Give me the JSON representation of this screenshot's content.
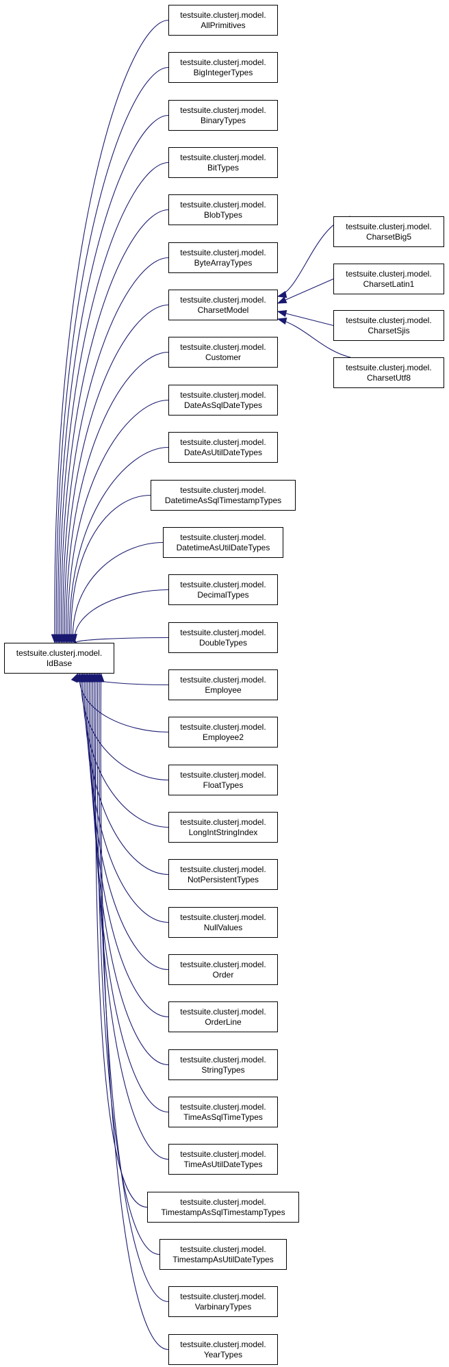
{
  "diagram": {
    "edge_color": "#191970",
    "base": {
      "line1": "testsuite.clusterj.model.",
      "line2": "IdBase"
    },
    "subclasses": [
      {
        "line1": "testsuite.clusterj.model.",
        "line2": "AllPrimitives"
      },
      {
        "line1": "testsuite.clusterj.model.",
        "line2": "BigIntegerTypes"
      },
      {
        "line1": "testsuite.clusterj.model.",
        "line2": "BinaryTypes"
      },
      {
        "line1": "testsuite.clusterj.model.",
        "line2": "BitTypes"
      },
      {
        "line1": "testsuite.clusterj.model.",
        "line2": "BlobTypes"
      },
      {
        "line1": "testsuite.clusterj.model.",
        "line2": "ByteArrayTypes"
      },
      {
        "line1": "testsuite.clusterj.model.",
        "line2": "CharsetModel"
      },
      {
        "line1": "testsuite.clusterj.model.",
        "line2": "Customer"
      },
      {
        "line1": "testsuite.clusterj.model.",
        "line2": "DateAsSqlDateTypes"
      },
      {
        "line1": "testsuite.clusterj.model.",
        "line2": "DateAsUtilDateTypes"
      },
      {
        "line1": "testsuite.clusterj.model.",
        "line2": "DatetimeAsSqlTimestampTypes"
      },
      {
        "line1": "testsuite.clusterj.model.",
        "line2": "DatetimeAsUtilDateTypes"
      },
      {
        "line1": "testsuite.clusterj.model.",
        "line2": "DecimalTypes"
      },
      {
        "line1": "testsuite.clusterj.model.",
        "line2": "DoubleTypes"
      },
      {
        "line1": "testsuite.clusterj.model.",
        "line2": "Employee"
      },
      {
        "line1": "testsuite.clusterj.model.",
        "line2": "Employee2"
      },
      {
        "line1": "testsuite.clusterj.model.",
        "line2": "FloatTypes"
      },
      {
        "line1": "testsuite.clusterj.model.",
        "line2": "LongIntStringIndex"
      },
      {
        "line1": "testsuite.clusterj.model.",
        "line2": "NotPersistentTypes"
      },
      {
        "line1": "testsuite.clusterj.model.",
        "line2": "NullValues"
      },
      {
        "line1": "testsuite.clusterj.model.",
        "line2": "Order"
      },
      {
        "line1": "testsuite.clusterj.model.",
        "line2": "OrderLine"
      },
      {
        "line1": "testsuite.clusterj.model.",
        "line2": "StringTypes"
      },
      {
        "line1": "testsuite.clusterj.model.",
        "line2": "TimeAsSqlTimeTypes"
      },
      {
        "line1": "testsuite.clusterj.model.",
        "line2": "TimeAsUtilDateTypes"
      },
      {
        "line1": "testsuite.clusterj.model.",
        "line2": "TimestampAsSqlTimestampTypes"
      },
      {
        "line1": "testsuite.clusterj.model.",
        "line2": "TimestampAsUtilDateTypes"
      },
      {
        "line1": "testsuite.clusterj.model.",
        "line2": "VarbinaryTypes"
      },
      {
        "line1": "testsuite.clusterj.model.",
        "line2": "YearTypes"
      }
    ],
    "charset_subclasses": [
      {
        "line1": "testsuite.clusterj.model.",
        "line2": "CharsetBig5"
      },
      {
        "line1": "testsuite.clusterj.model.",
        "line2": "CharsetLatin1"
      },
      {
        "line1": "testsuite.clusterj.model.",
        "line2": "CharsetSjis"
      },
      {
        "line1": "testsuite.clusterj.model.",
        "line2": "CharsetUtf8"
      }
    ]
  }
}
